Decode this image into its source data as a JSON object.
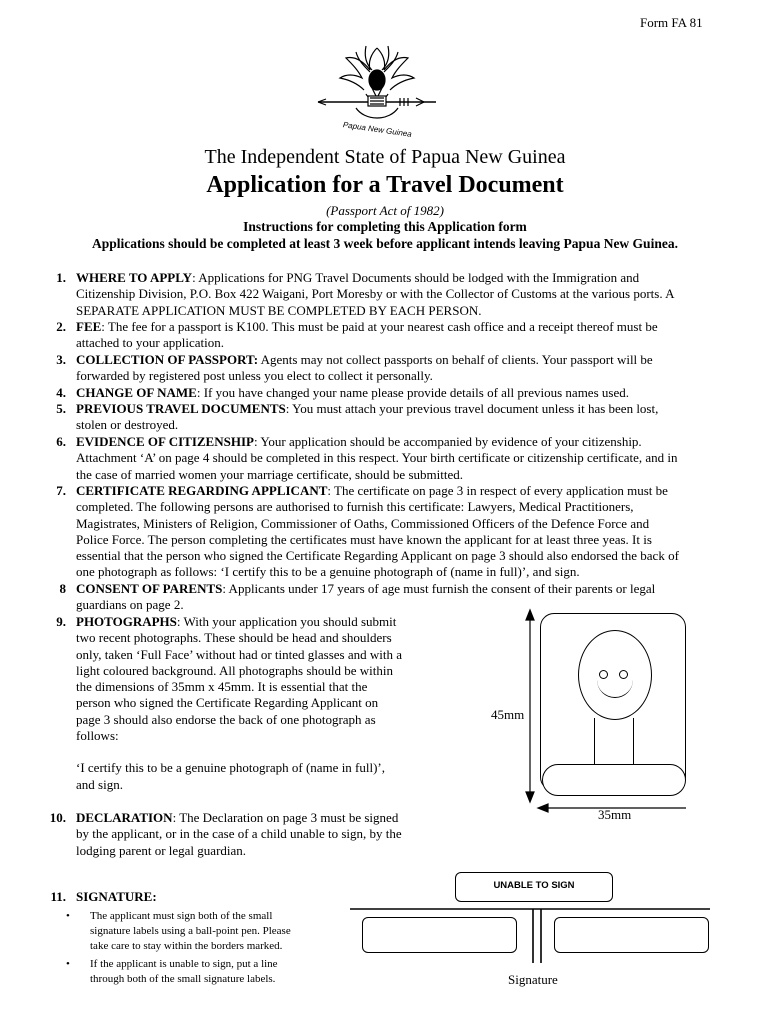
{
  "form_id": "Form FA 81",
  "emblem_text": "Papua New Guinea",
  "state_title": "The Independent State of Papua New Guinea",
  "app_title": "Application for a Travel Document",
  "act": "(Passport Act of 1982)",
  "instructions_heading": "Instructions for completing this Application form",
  "notice": "Applications should be completed at least 3 week before applicant intends leaving Papua New Guinea.",
  "items": [
    {
      "num": "1.",
      "title": "WHERE TO APPLY",
      "lines": [
        ": Applications for PNG Travel Documents should be lodged with the Immigration and",
        "Citizenship Division, P.O. Box 422 Waigani, Port Moresby or with the Collector of Customs at the various ports. A",
        "SEPARATE APPLICATION MUST BE COMPLETED BY EACH PERSON."
      ]
    },
    {
      "num": "2.",
      "title": "FEE",
      "lines": [
        ": The fee for a passport is K100. This must be paid at your nearest cash office and a receipt thereof must be",
        "attached to your application."
      ]
    },
    {
      "num": "3.",
      "title": "COLLECTION OF PASSPORT:",
      "lines": [
        " Agents may not collect passports on behalf of clients. Your passport will be",
        "forwarded by registered post unless you elect to collect it personally."
      ]
    },
    {
      "num": "4.",
      "title": "CHANGE OF NAME",
      "lines": [
        ": If you have changed your name please provide details of all previous names used."
      ]
    },
    {
      "num": "5.",
      "title": "PREVIOUS TRAVEL DOCUMENTS",
      "lines": [
        ": You must attach your previous travel document unless it has been lost,",
        "stolen or destroyed."
      ]
    },
    {
      "num": "6.",
      "title": "EVIDENCE OF CITIZENSHIP",
      "lines": [
        ": Your application should be accompanied by evidence of your citizenship.",
        "Attachment ‘A’ on page 4 should be completed in this respect. Your birth certificate or citizenship certificate, and in",
        "the case of married women your marriage certificate, should be submitted."
      ]
    },
    {
      "num": "7.",
      "title": "CERTIFICATE REGARDING APPLICANT",
      "lines": [
        ": The certificate on page 3 in respect of every application must be",
        "completed. The following persons are authorised to furnish this certificate: Lawyers, Medical Practitioners,",
        "Magistrates, Ministers of Religion, Commissioner of Oaths, Commissioned Officers of the Defence Force and",
        "Police Force. The person completing the certificates must have known the applicant for at least three yeas. It is",
        "essential that the person who signed the Certificate Regarding Applicant on page 3 should also endorsed the back of",
        "one photograph as follows: ‘I certify this to be a genuine photograph of (name in full)’, and sign."
      ]
    },
    {
      "num": "8",
      "title": "CONSENT OF PARENTS",
      "lines": [
        ": Applicants under 17 years of age must furnish the consent of their parents or legal",
        "guardians on page 2."
      ]
    },
    {
      "num": "9.",
      "title": "PHOTOGRAPHS",
      "lines": [
        ": With your application you should submit",
        "two recent photographs. These should be head and shoulders",
        "only, taken ‘Full Face’ without had or tinted glasses and with a",
        "light coloured background. All photographs should be within",
        "the dimensions of 35mm x 45mm. It is essential that the",
        "person who signed the Certificate Regarding Applicant on",
        "page 3 should also endorse the back of one photograph as",
        "follows:",
        "",
        "‘I certify this to be a genuine photograph of (name in full)’,",
        "and sign."
      ]
    },
    {
      "num": "10.",
      "title": "DECLARATION",
      "lines": [
        ": The Declaration on page 3 must be signed",
        "by the applicant, or in the case of a child unable to sign, by the",
        "lodging parent or legal guardian."
      ]
    }
  ],
  "photo": {
    "height_label": "45mm",
    "width_label": "35mm"
  },
  "signature_section": {
    "num": "11.",
    "title": "SIGNATURE:",
    "bullets": [
      [
        "The applicant must sign both of the small",
        "signature labels using a ball-point pen.  Please",
        "take care to stay within the borders marked."
      ],
      [
        "If the applicant is unable to sign, put a line",
        "through both of the small signature labels."
      ]
    ],
    "unable_to_sign": "UNABLE TO SIGN",
    "signature_label": "Signature"
  }
}
